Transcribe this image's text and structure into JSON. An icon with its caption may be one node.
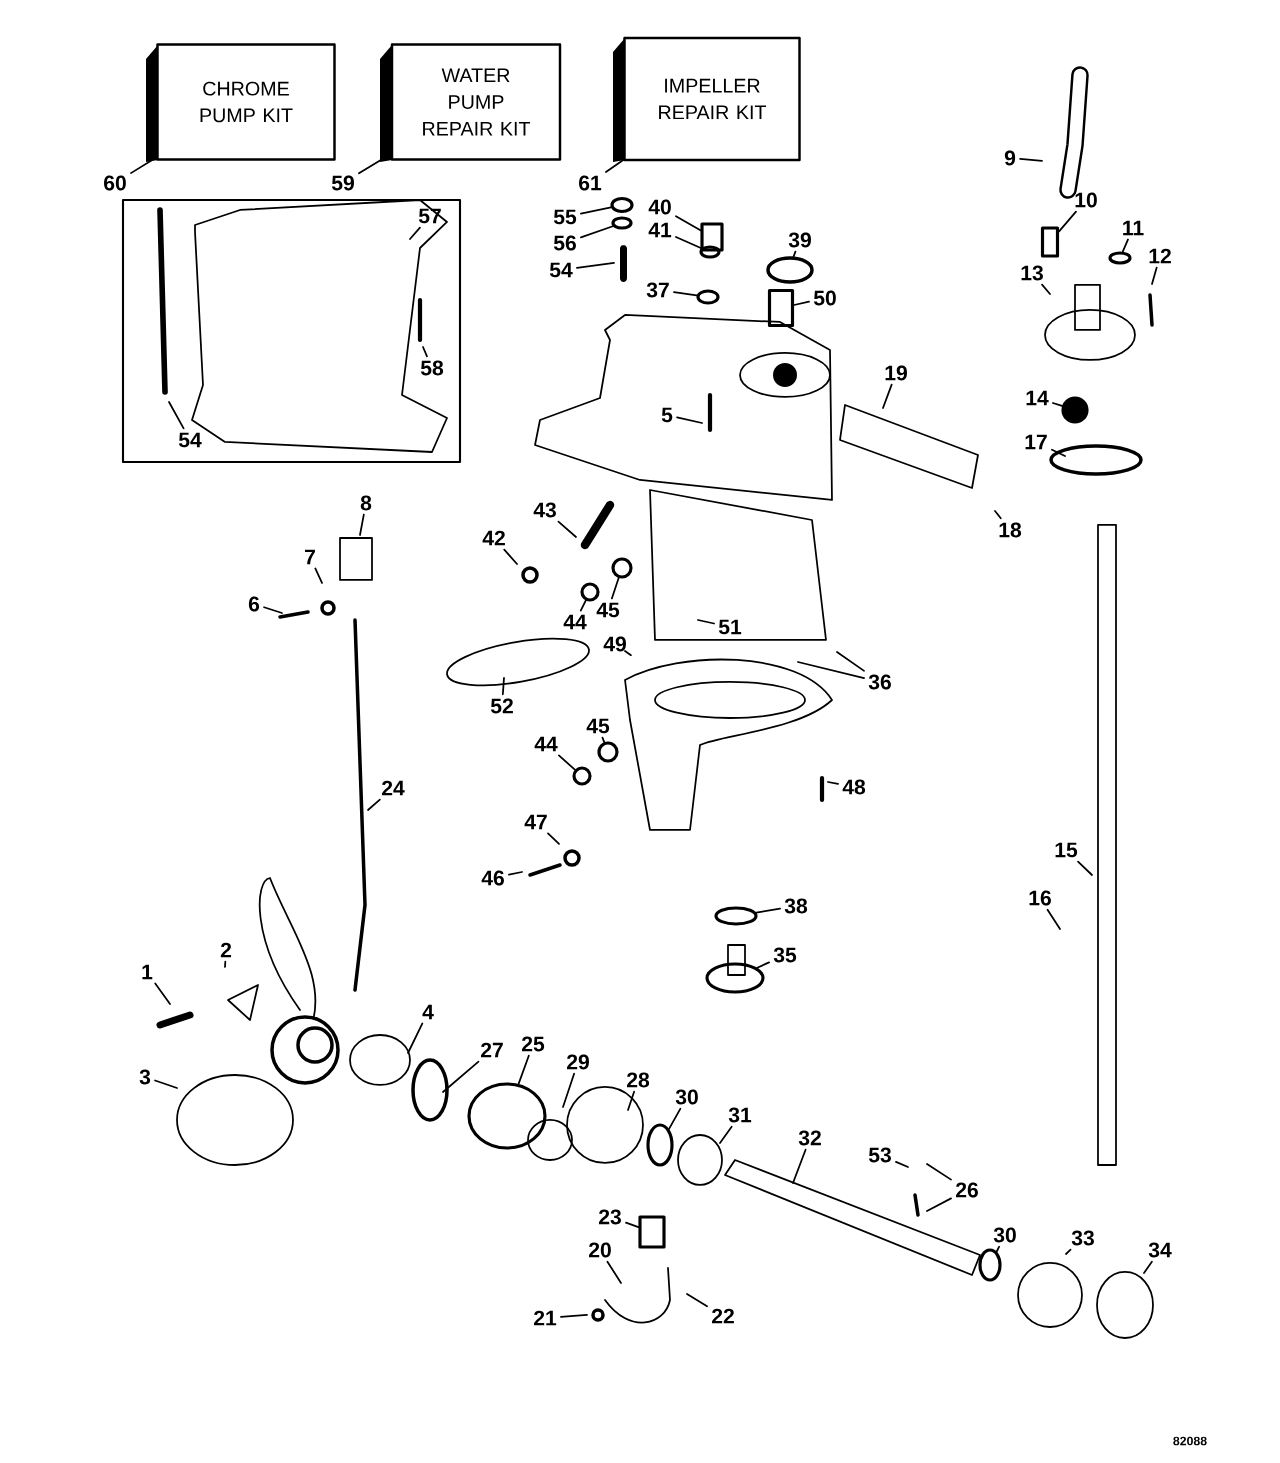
{
  "diagram": {
    "nodes": [
      {
        "text": [
          "CHROME PUMP KIT"
        ]
      },
      {
        "text": [
          "WATER PUMP REPAIR KIT"
        ]
      },
      {
        "text": [
          "IMPELLER REPAIR KIT"
        ]
      },
      {
        "text": [
          "60"
        ]
      },
      {
        "text": [
          "59"
        ]
      },
      {
        "text": [
          "61"
        ]
      },
      {
        "text": [
          "55"
        ]
      },
      {
        "text": [
          "56"
        ]
      },
      {
        "text": [
          "54"
        ]
      },
      {
        "text": [
          "40"
        ]
      },
      {
        "text": [
          "41"
        ]
      },
      {
        "text": [
          "37"
        ]
      },
      {
        "text": [
          "39"
        ]
      },
      {
        "text": [
          "50"
        ]
      },
      {
        "text": [
          "5"
        ]
      },
      {
        "text": [
          "57"
        ]
      },
      {
        "text": [
          "58"
        ]
      },
      {
        "text": [
          "54"
        ]
      },
      {
        "text": [
          "9"
        ]
      },
      {
        "text": [
          "10"
        ]
      },
      {
        "text": [
          "11"
        ]
      },
      {
        "text": [
          "12"
        ]
      },
      {
        "text": [
          "13"
        ]
      },
      {
        "text": [
          "14"
        ]
      },
      {
        "text": [
          "17"
        ]
      },
      {
        "text": [
          "19"
        ]
      },
      {
        "text": [
          "18"
        ]
      },
      {
        "text": [
          "43"
        ]
      },
      {
        "text": [
          "42"
        ]
      },
      {
        "text": [
          "44"
        ]
      },
      {
        "text": [
          "45"
        ]
      },
      {
        "text": [
          "51"
        ]
      },
      {
        "text": [
          "49"
        ]
      },
      {
        "text": [
          "36"
        ]
      },
      {
        "text": [
          "52"
        ]
      },
      {
        "text": [
          "45"
        ]
      },
      {
        "text": [
          "44"
        ]
      },
      {
        "text": [
          "48"
        ]
      },
      {
        "text": [
          "47"
        ]
      },
      {
        "text": [
          "46"
        ]
      },
      {
        "text": [
          "8"
        ]
      },
      {
        "text": [
          "7"
        ]
      },
      {
        "text": [
          "6"
        ]
      },
      {
        "text": [
          "24"
        ]
      },
      {
        "text": [
          "15"
        ]
      },
      {
        "text": [
          "16"
        ]
      },
      {
        "text": [
          "38"
        ]
      },
      {
        "text": [
          "35"
        ]
      },
      {
        "text": [
          "1"
        ]
      },
      {
        "text": [
          "2"
        ]
      },
      {
        "text": [
          "3"
        ]
      },
      {
        "text": [
          "4"
        ]
      },
      {
        "text": [
          "27"
        ]
      },
      {
        "text": [
          "25"
        ]
      },
      {
        "text": [
          "29"
        ]
      },
      {
        "text": [
          "28"
        ]
      },
      {
        "text": [
          "30"
        ]
      },
      {
        "text": [
          "31"
        ]
      },
      {
        "text": [
          "32"
        ]
      },
      {
        "text": [
          "53"
        ]
      },
      {
        "text": [
          "26"
        ]
      },
      {
        "text": [
          "30"
        ]
      },
      {
        "text": [
          "33"
        ]
      },
      {
        "text": [
          "34"
        ]
      },
      {
        "text": [
          "23"
        ]
      },
      {
        "text": [
          "20"
        ]
      },
      {
        "text": [
          "21"
        ]
      },
      {
        "text": [
          "22"
        ]
      },
      {
        "text": [],
        "shape": "circle"
      },
      {
        "text": [],
        "shape": "circle"
      },
      {
        "text": [],
        "shape": "box"
      },
      {
        "text": [],
        "shape": "circle"
      },
      {
        "text": [],
        "shape": "circle"
      },
      {
        "text": [],
        "shape": "box"
      },
      {
        "text": [],
        "shape": "circle"
      },
      {
        "text": [],
        "shape": "circle"
      },
      {
        "text": [],
        "shape": "circle"
      },
      {
        "text": [],
        "shape": "circle"
      },
      {
        "text": [],
        "shape": "circle"
      },
      {
        "text": [],
        "shape": "circle"
      },
      {
        "text": [],
        "shape": "circle"
      },
      {
        "text": [],
        "shape": "circle"
      },
      {
        "text": [],
        "shape": "circle"
      },
      {
        "text": [],
        "shape": "circle"
      },
      {
        "text": [],
        "shape": "circle"
      },
      {
        "text": [],
        "shape": "box"
      },
      {
        "text": [],
        "shape": "box"
      }
    ],
    "edges": [
      {
        "from": 3,
        "to": 0,
        "arrow": "none"
      },
      {
        "from": 4,
        "to": 1,
        "arrow": "none"
      },
      {
        "from": 5,
        "to": 2,
        "arrow": "none"
      },
      {
        "from": 6,
        "to": 68,
        "arrow": "none"
      },
      {
        "from": 7,
        "to": 69,
        "arrow": "none"
      },
      {
        "from": 8,
        "to": null,
        "arrow": "none"
      },
      {
        "from": 9,
        "to": 70,
        "arrow": "none"
      },
      {
        "from": 10,
        "to": 71,
        "arrow": "none"
      },
      {
        "from": 11,
        "to": 72,
        "arrow": "none"
      },
      {
        "from": 12,
        "to": null,
        "arrow": "none"
      },
      {
        "from": 13,
        "to": 73,
        "arrow": "none"
      },
      {
        "from": 14,
        "to": null,
        "arrow": "none"
      },
      {
        "from": 15,
        "to": null,
        "arrow": "none"
      },
      {
        "from": 16,
        "to": null,
        "arrow": "none"
      },
      {
        "from": 17,
        "to": null,
        "arrow": "none"
      },
      {
        "from": 18,
        "to": null,
        "arrow": "none"
      },
      {
        "from": 19,
        "to": 86,
        "arrow": "none"
      },
      {
        "from": 20,
        "to": 74,
        "arrow": "none"
      },
      {
        "from": 21,
        "to": null,
        "arrow": "none"
      },
      {
        "from": 22,
        "to": null,
        "arrow": "none"
      },
      {
        "from": 23,
        "to": 75,
        "arrow": "none"
      },
      {
        "from": 24,
        "to": null,
        "arrow": "none"
      },
      {
        "from": 25,
        "to": null,
        "arrow": "none"
      },
      {
        "from": 26,
        "to": null,
        "arrow": "none"
      },
      {
        "from": 27,
        "to": null,
        "arrow": "none"
      },
      {
        "from": 28,
        "to": null,
        "arrow": "none"
      },
      {
        "from": 29,
        "to": 76,
        "arrow": "none"
      },
      {
        "from": 30,
        "to": 77,
        "arrow": "none"
      },
      {
        "from": 31,
        "to": null,
        "arrow": "none"
      },
      {
        "from": 32,
        "to": null,
        "arrow": "none"
      },
      {
        "from": 33,
        "to": null,
        "arrow": "none"
      },
      {
        "from": 33,
        "to": null,
        "arrow": "none"
      },
      {
        "from": 34,
        "to": null,
        "arrow": "none"
      },
      {
        "from": 35,
        "to": 78,
        "arrow": "none"
      },
      {
        "from": 36,
        "to": 79,
        "arrow": "none"
      },
      {
        "from": 37,
        "to": null,
        "arrow": "none"
      },
      {
        "from": 38,
        "to": null,
        "arrow": "none"
      },
      {
        "from": 39,
        "to": null,
        "arrow": "none"
      },
      {
        "from": 40,
        "to": null,
        "arrow": "none"
      },
      {
        "from": 41,
        "to": null,
        "arrow": "none"
      },
      {
        "from": 42,
        "to": null,
        "arrow": "none"
      },
      {
        "from": 43,
        "to": null,
        "arrow": "none"
      },
      {
        "from": 44,
        "to": null,
        "arrow": "none"
      },
      {
        "from": 45,
        "to": null,
        "arrow": "none"
      },
      {
        "from": 46,
        "to": 80,
        "arrow": "none"
      },
      {
        "from": 47,
        "to": 81,
        "arrow": "none"
      },
      {
        "from": 48,
        "to": null,
        "arrow": "none"
      },
      {
        "from": 49,
        "to": null,
        "arrow": "none"
      },
      {
        "from": 50,
        "to": null,
        "arrow": "none"
      },
      {
        "from": 51,
        "to": null,
        "arrow": "none"
      },
      {
        "from": 52,
        "to": null,
        "arrow": "none"
      },
      {
        "from": 53,
        "to": 82,
        "arrow": "none"
      },
      {
        "from": 54,
        "to": null,
        "arrow": "none"
      },
      {
        "from": 55,
        "to": null,
        "arrow": "none"
      },
      {
        "from": 56,
        "to": 83,
        "arrow": "none"
      },
      {
        "from": 57,
        "to": null,
        "arrow": "none"
      },
      {
        "from": 58,
        "to": null,
        "arrow": "none"
      },
      {
        "from": 59,
        "to": null,
        "arrow": "none"
      },
      {
        "from": 60,
        "to": null,
        "arrow": "none"
      },
      {
        "from": 60,
        "to": null,
        "arrow": "none"
      },
      {
        "from": 61,
        "to": 84,
        "arrow": "none"
      },
      {
        "from": 62,
        "to": null,
        "arrow": "none"
      },
      {
        "from": 63,
        "to": null,
        "arrow": "none"
      },
      {
        "from": 64,
        "to": 85,
        "arrow": "none"
      },
      {
        "from": 65,
        "to": null,
        "arrow": "none"
      },
      {
        "from": 66,
        "to": null,
        "arrow": "none"
      },
      {
        "from": 67,
        "to": null,
        "arrow": "none"
      }
    ],
    "labels": [
      "82088"
    ]
  }
}
